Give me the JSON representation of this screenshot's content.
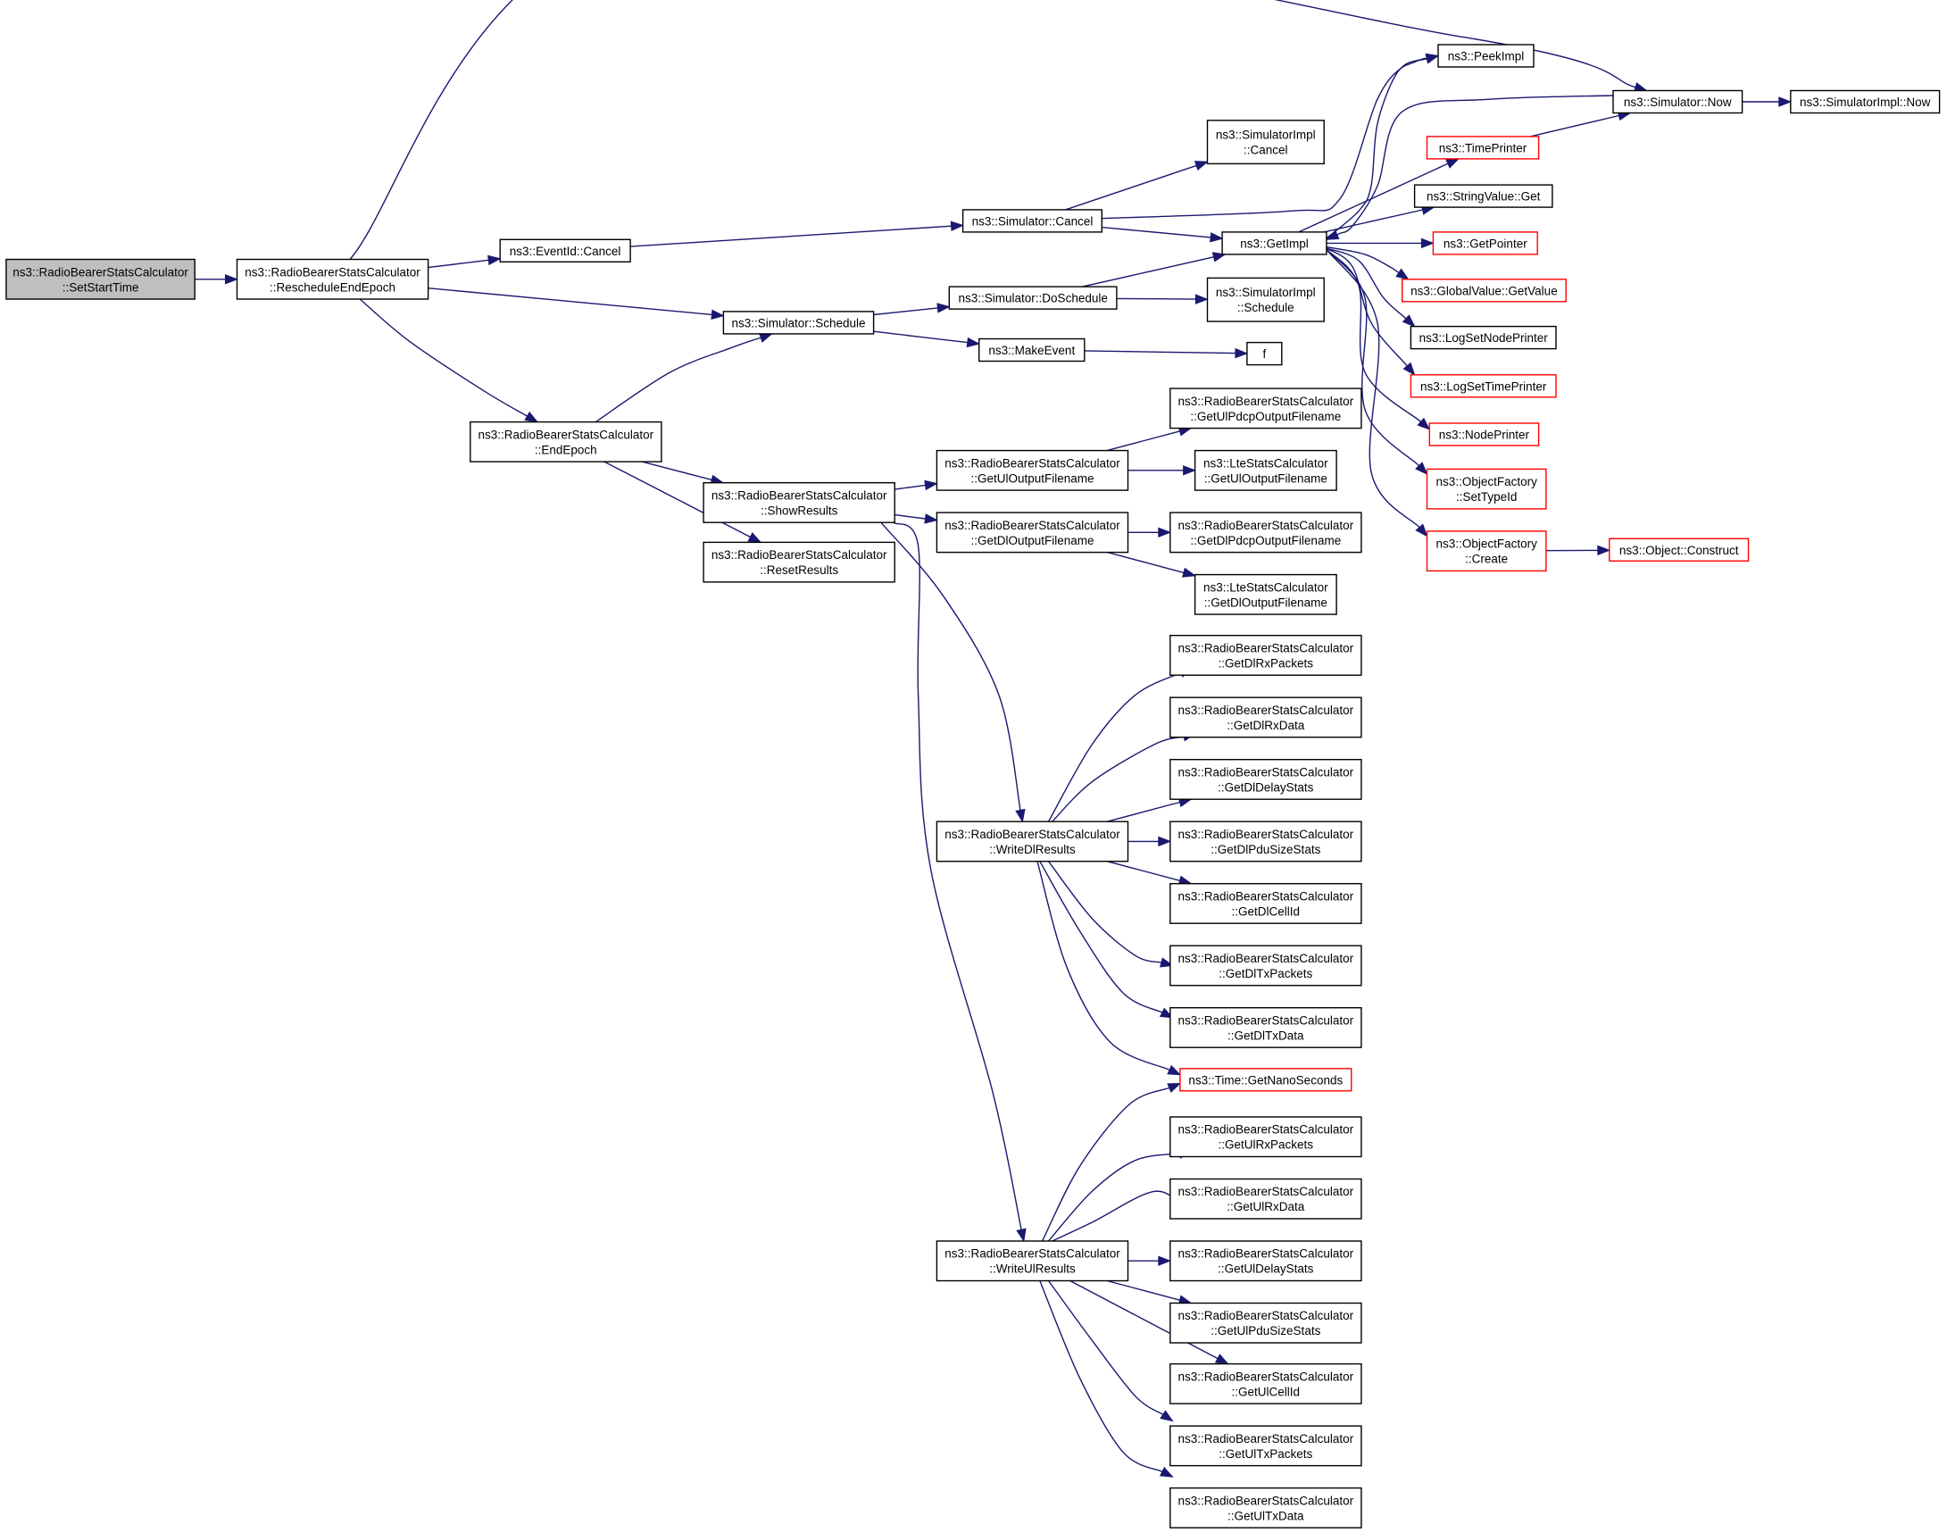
{
  "title": "",
  "colors": {
    "edge": "#191970",
    "border": "#000000",
    "border_truncated": "#ff0000",
    "root_fill": "#bfbfbf",
    "node_fill": "#ffffff"
  },
  "nodes": [
    {
      "id": "n_setstarttime",
      "lines": [
        "ns3::RadioBearerStatsCalculator",
        "::SetStartTime"
      ],
      "root": true
    },
    {
      "id": "n_reschedule",
      "lines": [
        "ns3::RadioBearerStatsCalculator",
        "::RescheduleEndEpoch"
      ]
    },
    {
      "id": "n_eventid_cancel",
      "lines": [
        "ns3::EventId::Cancel"
      ]
    },
    {
      "id": "n_sim_cancel",
      "lines": [
        "ns3::Simulator::Cancel"
      ]
    },
    {
      "id": "n_simimpl_cancel",
      "lines": [
        "ns3::SimulatorImpl",
        "::Cancel"
      ]
    },
    {
      "id": "n_peekimpl",
      "lines": [
        "ns3::PeekImpl"
      ]
    },
    {
      "id": "n_sim_now",
      "lines": [
        "ns3::Simulator::Now"
      ]
    },
    {
      "id": "n_simimpl_now",
      "lines": [
        "ns3::SimulatorImpl::Now"
      ]
    },
    {
      "id": "n_timeprinter",
      "lines": [
        "ns3::TimePrinter"
      ],
      "red": true
    },
    {
      "id": "n_stringvalue_get",
      "lines": [
        "ns3::StringValue::Get"
      ]
    },
    {
      "id": "n_getimpl",
      "lines": [
        "ns3::GetImpl"
      ]
    },
    {
      "id": "n_getpointer",
      "lines": [
        "ns3::GetPointer"
      ],
      "red": true
    },
    {
      "id": "n_globalvalue_getvalue",
      "lines": [
        "ns3::GlobalValue::GetValue"
      ],
      "red": true
    },
    {
      "id": "n_logsetnodeprinter",
      "lines": [
        "ns3::LogSetNodePrinter"
      ]
    },
    {
      "id": "n_logsettimeprinter",
      "lines": [
        "ns3::LogSetTimePrinter"
      ],
      "red": true
    },
    {
      "id": "n_nodeprinter",
      "lines": [
        "ns3::NodePrinter"
      ],
      "red": true
    },
    {
      "id": "n_objfactory_settypeid",
      "lines": [
        "ns3::ObjectFactory",
        "::SetTypeId"
      ],
      "red": true
    },
    {
      "id": "n_objfactory_create",
      "lines": [
        "ns3::ObjectFactory",
        "::Create"
      ],
      "red": true
    },
    {
      "id": "n_object_construct",
      "lines": [
        "ns3::Object::Construct"
      ],
      "red": true
    },
    {
      "id": "n_sim_doschedule",
      "lines": [
        "ns3::Simulator::DoSchedule"
      ]
    },
    {
      "id": "n_simimpl_schedule",
      "lines": [
        "ns3::SimulatorImpl",
        "::Schedule"
      ]
    },
    {
      "id": "n_sim_schedule",
      "lines": [
        "ns3::Simulator::Schedule"
      ]
    },
    {
      "id": "n_makeevent",
      "lines": [
        "ns3::MakeEvent"
      ]
    },
    {
      "id": "n_f",
      "lines": [
        "f"
      ]
    },
    {
      "id": "n_endepoch",
      "lines": [
        "ns3::RadioBearerStatsCalculator",
        "::EndEpoch"
      ]
    },
    {
      "id": "n_showresults",
      "lines": [
        "ns3::RadioBearerStatsCalculator",
        "::ShowResults"
      ]
    },
    {
      "id": "n_resetresults",
      "lines": [
        "ns3::RadioBearerStatsCalculator",
        "::ResetResults"
      ]
    },
    {
      "id": "n_getuloutputfilename",
      "lines": [
        "ns3::RadioBearerStatsCalculator",
        "::GetUlOutputFilename"
      ]
    },
    {
      "id": "n_getulpdcpoutputfilename",
      "lines": [
        "ns3::RadioBearerStatsCalculator",
        "::GetUlPdcpOutputFilename"
      ]
    },
    {
      "id": "n_lte_getuloutputfilename",
      "lines": [
        "ns3::LteStatsCalculator",
        "::GetUlOutputFilename"
      ]
    },
    {
      "id": "n_getdloutputfilename",
      "lines": [
        "ns3::RadioBearerStatsCalculator",
        "::GetDlOutputFilename"
      ]
    },
    {
      "id": "n_getdlpdcpoutputfilename",
      "lines": [
        "ns3::RadioBearerStatsCalculator",
        "::GetDlPdcpOutputFilename"
      ]
    },
    {
      "id": "n_lte_getdloutputfilename",
      "lines": [
        "ns3::LteStatsCalculator",
        "::GetDlOutputFilename"
      ]
    },
    {
      "id": "n_writedlresults",
      "lines": [
        "ns3::RadioBearerStatsCalculator",
        "::WriteDlResults"
      ]
    },
    {
      "id": "n_getdlrxpackets",
      "lines": [
        "ns3::RadioBearerStatsCalculator",
        "::GetDlRxPackets"
      ]
    },
    {
      "id": "n_getdlrxdata",
      "lines": [
        "ns3::RadioBearerStatsCalculator",
        "::GetDlRxData"
      ]
    },
    {
      "id": "n_getdldelaystats",
      "lines": [
        "ns3::RadioBearerStatsCalculator",
        "::GetDlDelayStats"
      ]
    },
    {
      "id": "n_getdlpdusizestats",
      "lines": [
        "ns3::RadioBearerStatsCalculator",
        "::GetDlPduSizeStats"
      ]
    },
    {
      "id": "n_getdlcellid",
      "lines": [
        "ns3::RadioBearerStatsCalculator",
        "::GetDlCellId"
      ]
    },
    {
      "id": "n_getdltxpackets",
      "lines": [
        "ns3::RadioBearerStatsCalculator",
        "::GetDlTxPackets"
      ]
    },
    {
      "id": "n_getdltxdata",
      "lines": [
        "ns3::RadioBearerStatsCalculator",
        "::GetDlTxData"
      ]
    },
    {
      "id": "n_time_getnanoseconds",
      "lines": [
        "ns3::Time::GetNanoSeconds"
      ],
      "red": true
    },
    {
      "id": "n_writeulresults",
      "lines": [
        "ns3::RadioBearerStatsCalculator",
        "::WriteUlResults"
      ]
    },
    {
      "id": "n_getulrxpackets",
      "lines": [
        "ns3::RadioBearerStatsCalculator",
        "::GetUlRxPackets"
      ]
    },
    {
      "id": "n_getulrxdata",
      "lines": [
        "ns3::RadioBearerStatsCalculator",
        "::GetUlRxData"
      ]
    },
    {
      "id": "n_getuldelaystats",
      "lines": [
        "ns3::RadioBearerStatsCalculator",
        "::GetUlDelayStats"
      ]
    },
    {
      "id": "n_getulpdusizestats",
      "lines": [
        "ns3::RadioBearerStatsCalculator",
        "::GetUlPduSizeStats"
      ]
    },
    {
      "id": "n_getulcellid",
      "lines": [
        "ns3::RadioBearerStatsCalculator",
        "::GetUlCellId"
      ]
    },
    {
      "id": "n_getultxpackets",
      "lines": [
        "ns3::RadioBearerStatsCalculator",
        "::GetUlTxPackets"
      ]
    },
    {
      "id": "n_getultxdata",
      "lines": [
        "ns3::RadioBearerStatsCalculator",
        "::GetUlTxData"
      ]
    }
  ],
  "edges": [
    [
      "n_setstarttime",
      "n_reschedule"
    ],
    [
      "n_reschedule",
      "n_sim_now"
    ],
    [
      "n_reschedule",
      "n_eventid_cancel"
    ],
    [
      "n_reschedule",
      "n_sim_schedule"
    ],
    [
      "n_reschedule",
      "n_endepoch"
    ],
    [
      "n_eventid_cancel",
      "n_sim_cancel"
    ],
    [
      "n_sim_cancel",
      "n_simimpl_cancel"
    ],
    [
      "n_sim_cancel",
      "n_peekimpl"
    ],
    [
      "n_sim_cancel",
      "n_getimpl"
    ],
    [
      "n_sim_now",
      "n_simimpl_now"
    ],
    [
      "n_sim_now",
      "n_getimpl"
    ],
    [
      "n_timeprinter",
      "n_sim_now"
    ],
    [
      "n_getimpl",
      "n_peekimpl"
    ],
    [
      "n_getimpl",
      "n_timeprinter"
    ],
    [
      "n_getimpl",
      "n_stringvalue_get"
    ],
    [
      "n_getimpl",
      "n_getpointer"
    ],
    [
      "n_getimpl",
      "n_globalvalue_getvalue"
    ],
    [
      "n_getimpl",
      "n_logsetnodeprinter"
    ],
    [
      "n_getimpl",
      "n_logsettimeprinter"
    ],
    [
      "n_getimpl",
      "n_nodeprinter"
    ],
    [
      "n_getimpl",
      "n_objfactory_settypeid"
    ],
    [
      "n_getimpl",
      "n_objfactory_create"
    ],
    [
      "n_objfactory_create",
      "n_object_construct"
    ],
    [
      "n_sim_schedule",
      "n_sim_doschedule"
    ],
    [
      "n_sim_schedule",
      "n_makeevent"
    ],
    [
      "n_sim_doschedule",
      "n_getimpl"
    ],
    [
      "n_sim_doschedule",
      "n_simimpl_schedule"
    ],
    [
      "n_makeevent",
      "n_f"
    ],
    [
      "n_endepoch",
      "n_sim_schedule"
    ],
    [
      "n_endepoch",
      "n_showresults"
    ],
    [
      "n_endepoch",
      "n_resetresults"
    ],
    [
      "n_showresults",
      "n_getuloutputfilename"
    ],
    [
      "n_showresults",
      "n_getdloutputfilename"
    ],
    [
      "n_showresults",
      "n_writedlresults"
    ],
    [
      "n_showresults",
      "n_writeulresults"
    ],
    [
      "n_getuloutputfilename",
      "n_getulpdcpoutputfilename"
    ],
    [
      "n_getuloutputfilename",
      "n_lte_getuloutputfilename"
    ],
    [
      "n_getdloutputfilename",
      "n_getdlpdcpoutputfilename"
    ],
    [
      "n_getdloutputfilename",
      "n_lte_getdloutputfilename"
    ],
    [
      "n_writedlresults",
      "n_getdlrxpackets"
    ],
    [
      "n_writedlresults",
      "n_getdlrxdata"
    ],
    [
      "n_writedlresults",
      "n_getdldelaystats"
    ],
    [
      "n_writedlresults",
      "n_getdlpdusizestats"
    ],
    [
      "n_writedlresults",
      "n_getdlcellid"
    ],
    [
      "n_writedlresults",
      "n_getdltxpackets"
    ],
    [
      "n_writedlresults",
      "n_getdltxdata"
    ],
    [
      "n_writedlresults",
      "n_time_getnanoseconds"
    ],
    [
      "n_writeulresults",
      "n_time_getnanoseconds"
    ],
    [
      "n_writeulresults",
      "n_getulrxpackets"
    ],
    [
      "n_writeulresults",
      "n_getulrxdata"
    ],
    [
      "n_writeulresults",
      "n_getuldelaystats"
    ],
    [
      "n_writeulresults",
      "n_getulpdusizestats"
    ],
    [
      "n_writeulresults",
      "n_getulcellid"
    ],
    [
      "n_writeulresults",
      "n_getultxpackets"
    ],
    [
      "n_writeulresults",
      "n_getultxdata"
    ]
  ]
}
